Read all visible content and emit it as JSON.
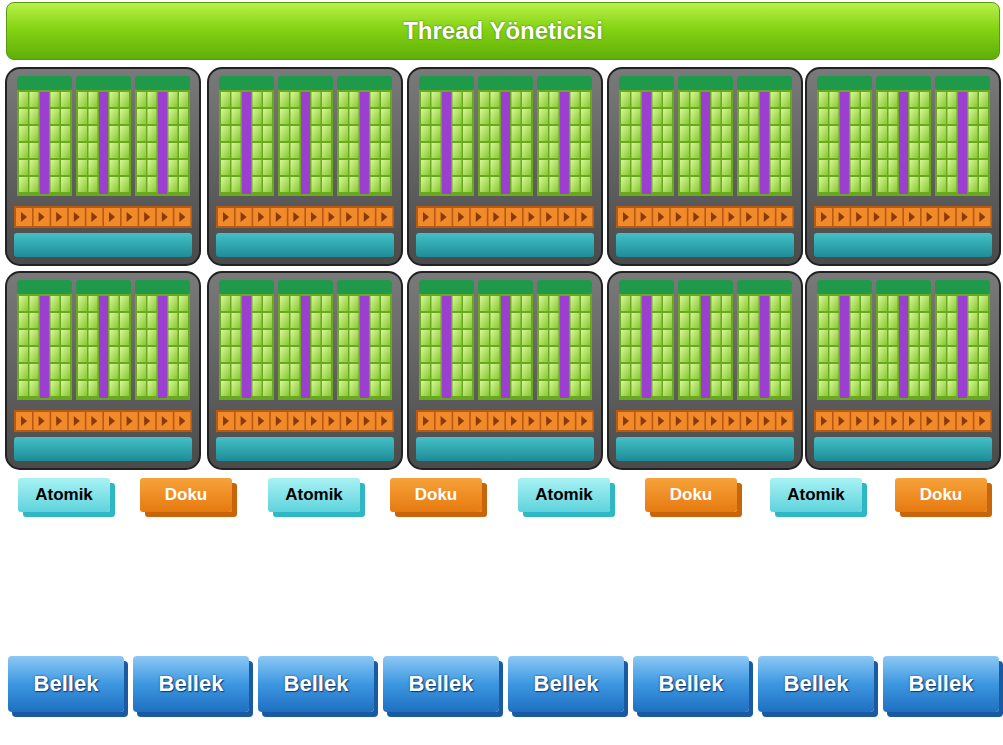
{
  "diagram": {
    "nodes": [
      {
        "text": [
          "Thread Yöneticisi"
        ]
      },
      {
        "text": [
          "Atomik"
        ]
      },
      {
        "text": [
          "Doku"
        ]
      },
      {
        "text": [
          "Atomik"
        ]
      },
      {
        "text": [
          "Doku"
        ]
      },
      {
        "text": [
          "Atomik"
        ]
      },
      {
        "text": [
          "Doku"
        ]
      },
      {
        "text": [
          "Atomik"
        ]
      },
      {
        "text": [
          "Doku"
        ]
      },
      {
        "text": [
          "Bellek"
        ]
      },
      {
        "text": [
          "Bellek"
        ]
      },
      {
        "text": [
          "Bellek"
        ]
      },
      {
        "text": [
          "Bellek"
        ]
      },
      {
        "text": [
          "Bellek"
        ]
      },
      {
        "text": [
          "Bellek"
        ]
      },
      {
        "text": [
          "Bellek"
        ]
      },
      {
        "text": [
          "Bellek"
        ]
      }
    ]
  }
}
